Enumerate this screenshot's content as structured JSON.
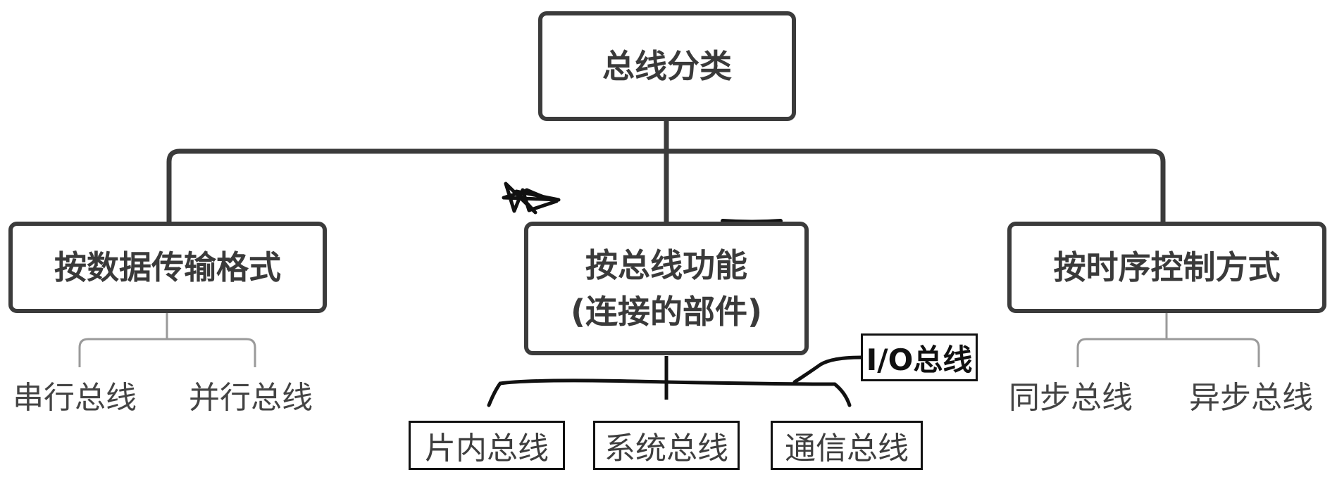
{
  "root": {
    "label": "总线分类"
  },
  "categories": [
    {
      "label_line1": "按数据传输格式",
      "label_line2": "",
      "children": [
        "串行总线",
        "并行总线"
      ]
    },
    {
      "label_line1": "按总线功能",
      "label_line2": "(连接的部件)",
      "children": [
        "片内总线",
        "系统总线",
        "通信总线"
      ]
    },
    {
      "label_line1": "按时序控制方式",
      "label_line2": "",
      "children": [
        "同步总线",
        "异步总线"
      ]
    }
  ],
  "annotation": {
    "label": "I/O总线"
  },
  "colors": {
    "stroke": "#3b3b3b",
    "text": "#3a3a3a",
    "ink": "#111111"
  }
}
